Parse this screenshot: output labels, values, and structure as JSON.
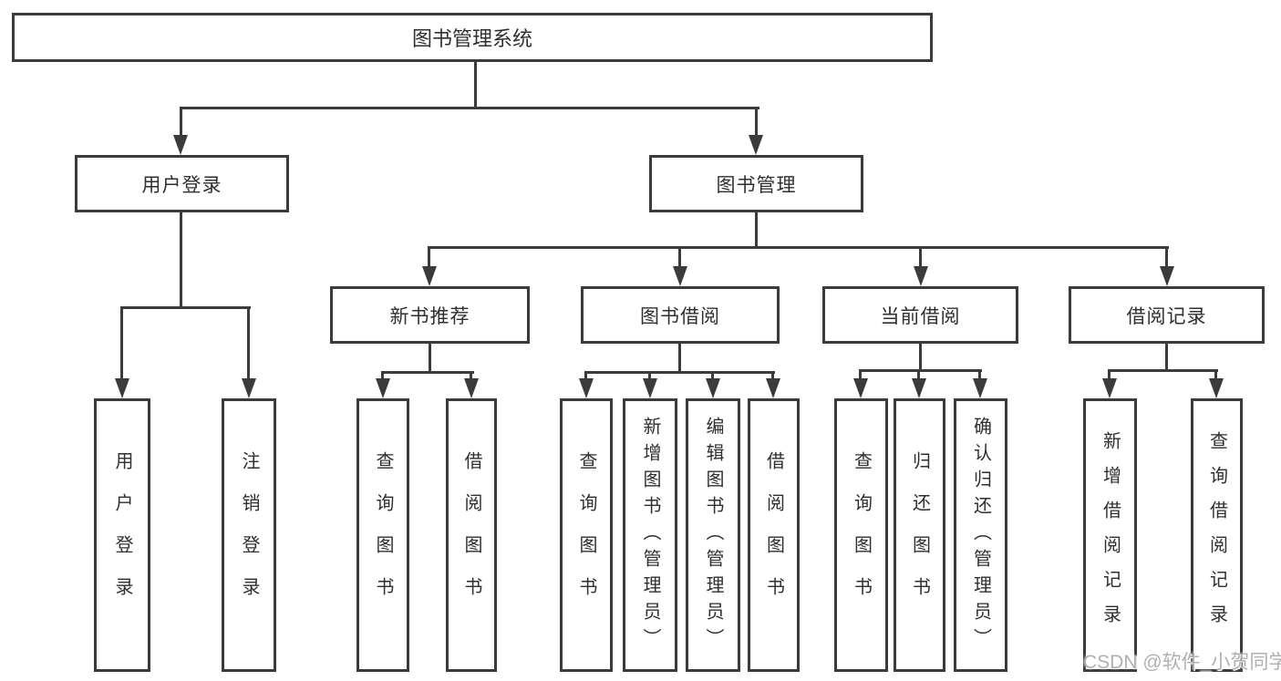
{
  "diagram": {
    "root": {
      "label": "图书管理系统"
    },
    "level2": [
      {
        "id": "user-login",
        "label": "用户登录"
      },
      {
        "id": "book-management",
        "label": "图书管理"
      }
    ],
    "level3": [
      {
        "id": "new-book-recommend",
        "label": "新书推荐",
        "parent": "book-management"
      },
      {
        "id": "book-borrow",
        "label": "图书借阅",
        "parent": "book-management"
      },
      {
        "id": "current-borrow",
        "label": "当前借阅",
        "parent": "book-management"
      },
      {
        "id": "borrow-records",
        "label": "借阅记录",
        "parent": "book-management"
      }
    ],
    "leaves": [
      {
        "parent": "user-login",
        "label": "用户登录"
      },
      {
        "parent": "user-login",
        "label": "注销登录"
      },
      {
        "parent": "new-book-recommend",
        "label": "查询图书"
      },
      {
        "parent": "new-book-recommend",
        "label": "借阅图书"
      },
      {
        "parent": "book-borrow",
        "label": "查询图书"
      },
      {
        "parent": "book-borrow",
        "label": "新增图书（管理员）"
      },
      {
        "parent": "book-borrow",
        "label": "编辑图书（管理员）"
      },
      {
        "parent": "book-borrow",
        "label": "借阅图书"
      },
      {
        "parent": "current-borrow",
        "label": "查询图书"
      },
      {
        "parent": "current-borrow",
        "label": "归还图书"
      },
      {
        "parent": "current-borrow",
        "label": "确认归还（管理员）"
      },
      {
        "parent": "borrow-records",
        "label": "新增借阅记录"
      },
      {
        "parent": "borrow-records",
        "label": "查询借阅记录"
      }
    ],
    "watermark": "CSDN @软件_小贺同学",
    "colors": {
      "line": "#3b3b3b",
      "text": "#2f2f2f",
      "box_bg": "#ffffff",
      "watermark": "#b0b0b0"
    }
  }
}
